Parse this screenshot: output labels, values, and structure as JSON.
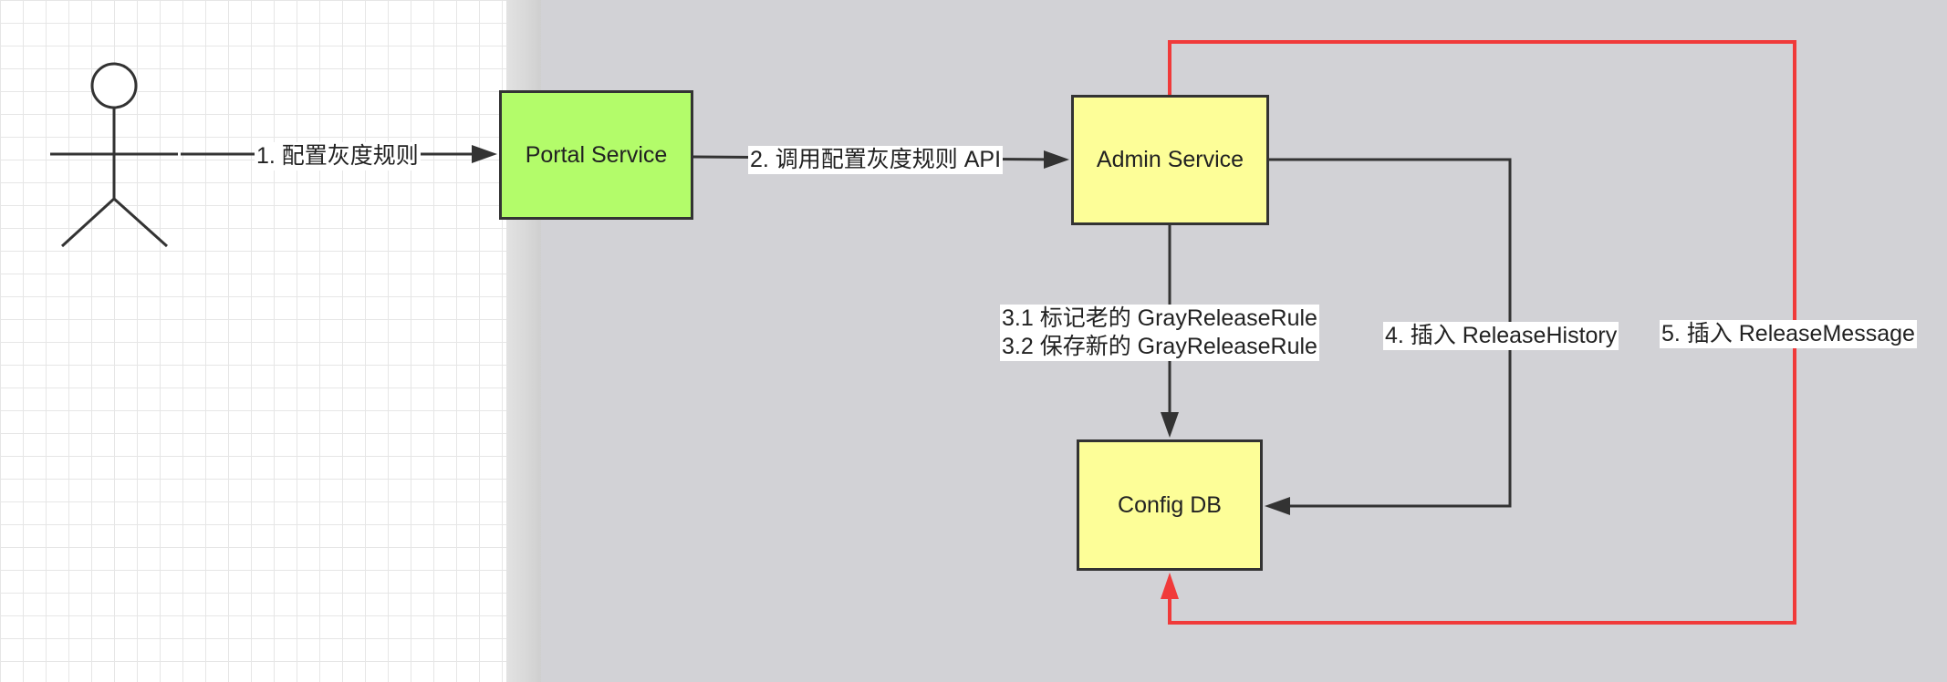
{
  "actor": {
    "name": "user-actor"
  },
  "nodes": {
    "portal": {
      "label": "Portal Service",
      "fill": "#b3fc6a"
    },
    "admin": {
      "label": "Admin Service",
      "fill": "#fdfe98"
    },
    "db": {
      "label": "Config DB",
      "fill": "#fdfe98"
    }
  },
  "edges": {
    "e1": {
      "label": "1. 配置灰度规则"
    },
    "e2": {
      "label": "2. 调用配置灰度规则 API"
    },
    "e3": {
      "line1": "3.1 标记老的 GrayReleaseRule",
      "line2": "3.2 保存新的 GrayReleaseRule"
    },
    "e4": {
      "label": "4. 插入 ReleaseHistory"
    },
    "e5": {
      "label": "5. 插入 ReleaseMessage",
      "color": "#f03a3a"
    }
  },
  "colors": {
    "line": "#333333",
    "left_background": "#ffffff",
    "right_background": "#d2d2d6"
  }
}
